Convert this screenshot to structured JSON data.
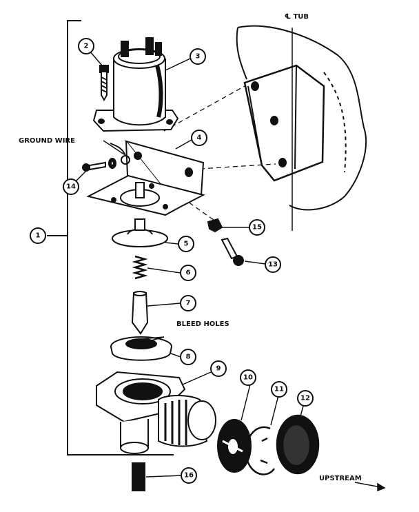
{
  "labels": {
    "tub": "℄ TUB",
    "ground_wire": "GROUND WIRE",
    "bleed_holes": "BLEED HOLES",
    "upstream": "UPSTREAM"
  },
  "callouts": [
    "1",
    "2",
    "3",
    "4",
    "5",
    "6",
    "7",
    "8",
    "9",
    "10",
    "11",
    "12",
    "13",
    "14",
    "15",
    "16"
  ],
  "colors": {
    "ink": "#111111",
    "paper": "#ffffff"
  }
}
